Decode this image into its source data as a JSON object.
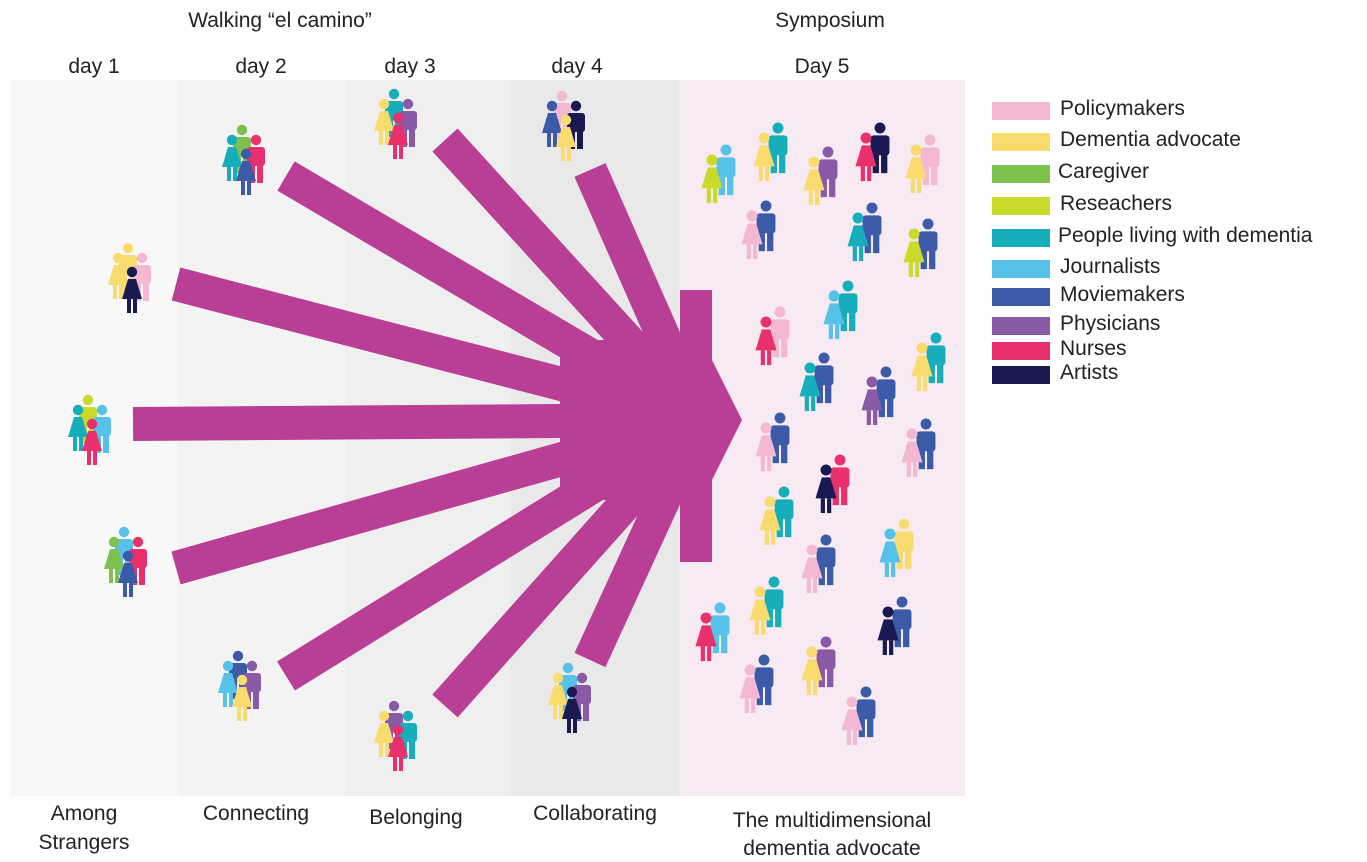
{
  "header": {
    "walking_title": "Walking “el camino”",
    "symposium_title": "Symposium"
  },
  "days": [
    {
      "label": "day 1",
      "caption_line1": "Among",
      "caption_line2": "Strangers",
      "color": "#f8f8f8"
    },
    {
      "label": "day 2",
      "caption_line1": "Connecting",
      "caption_line2": "",
      "color": "#f3f3f3"
    },
    {
      "label": "day 3",
      "caption_line1": "Belonging",
      "caption_line2": "",
      "color": "#efefef"
    },
    {
      "label": "day 4",
      "caption_line1": "Collaborating",
      "caption_line2": "",
      "color": "#eaeaea"
    },
    {
      "label": "Day 5",
      "caption_line1": "The multidimensional",
      "caption_line2": "dementia advocate",
      "color": "#f7eaf3"
    }
  ],
  "arrow_color": "#b83e96",
  "legend": [
    {
      "label": "Policymakers",
      "color": "#f5b8d3",
      "icon": "person-icon"
    },
    {
      "label": "Dementia advocate",
      "color": "#fadb6e",
      "icon": "person-icon"
    },
    {
      "label": "Caregiver",
      "color": "#7dc14e",
      "icon": "person-icon"
    },
    {
      "label": "Reseachers",
      "color": "#c9da2a",
      "icon": "person-icon"
    },
    {
      "label": "People living with dementia",
      "color": "#16aebb",
      "icon": "person-icon"
    },
    {
      "label": "Journalists",
      "color": "#56c2ea",
      "icon": "person-icon"
    },
    {
      "label": "Moviemakers",
      "color": "#3b5aa8",
      "icon": "person-icon"
    },
    {
      "label": "Physicians",
      "color": "#8a5aa7",
      "icon": "person-icon"
    },
    {
      "label": "Nurses",
      "color": "#e9306c",
      "icon": "person-icon"
    },
    {
      "label": "Artists",
      "color": "#1a1a52",
      "icon": "person-icon"
    }
  ]
}
